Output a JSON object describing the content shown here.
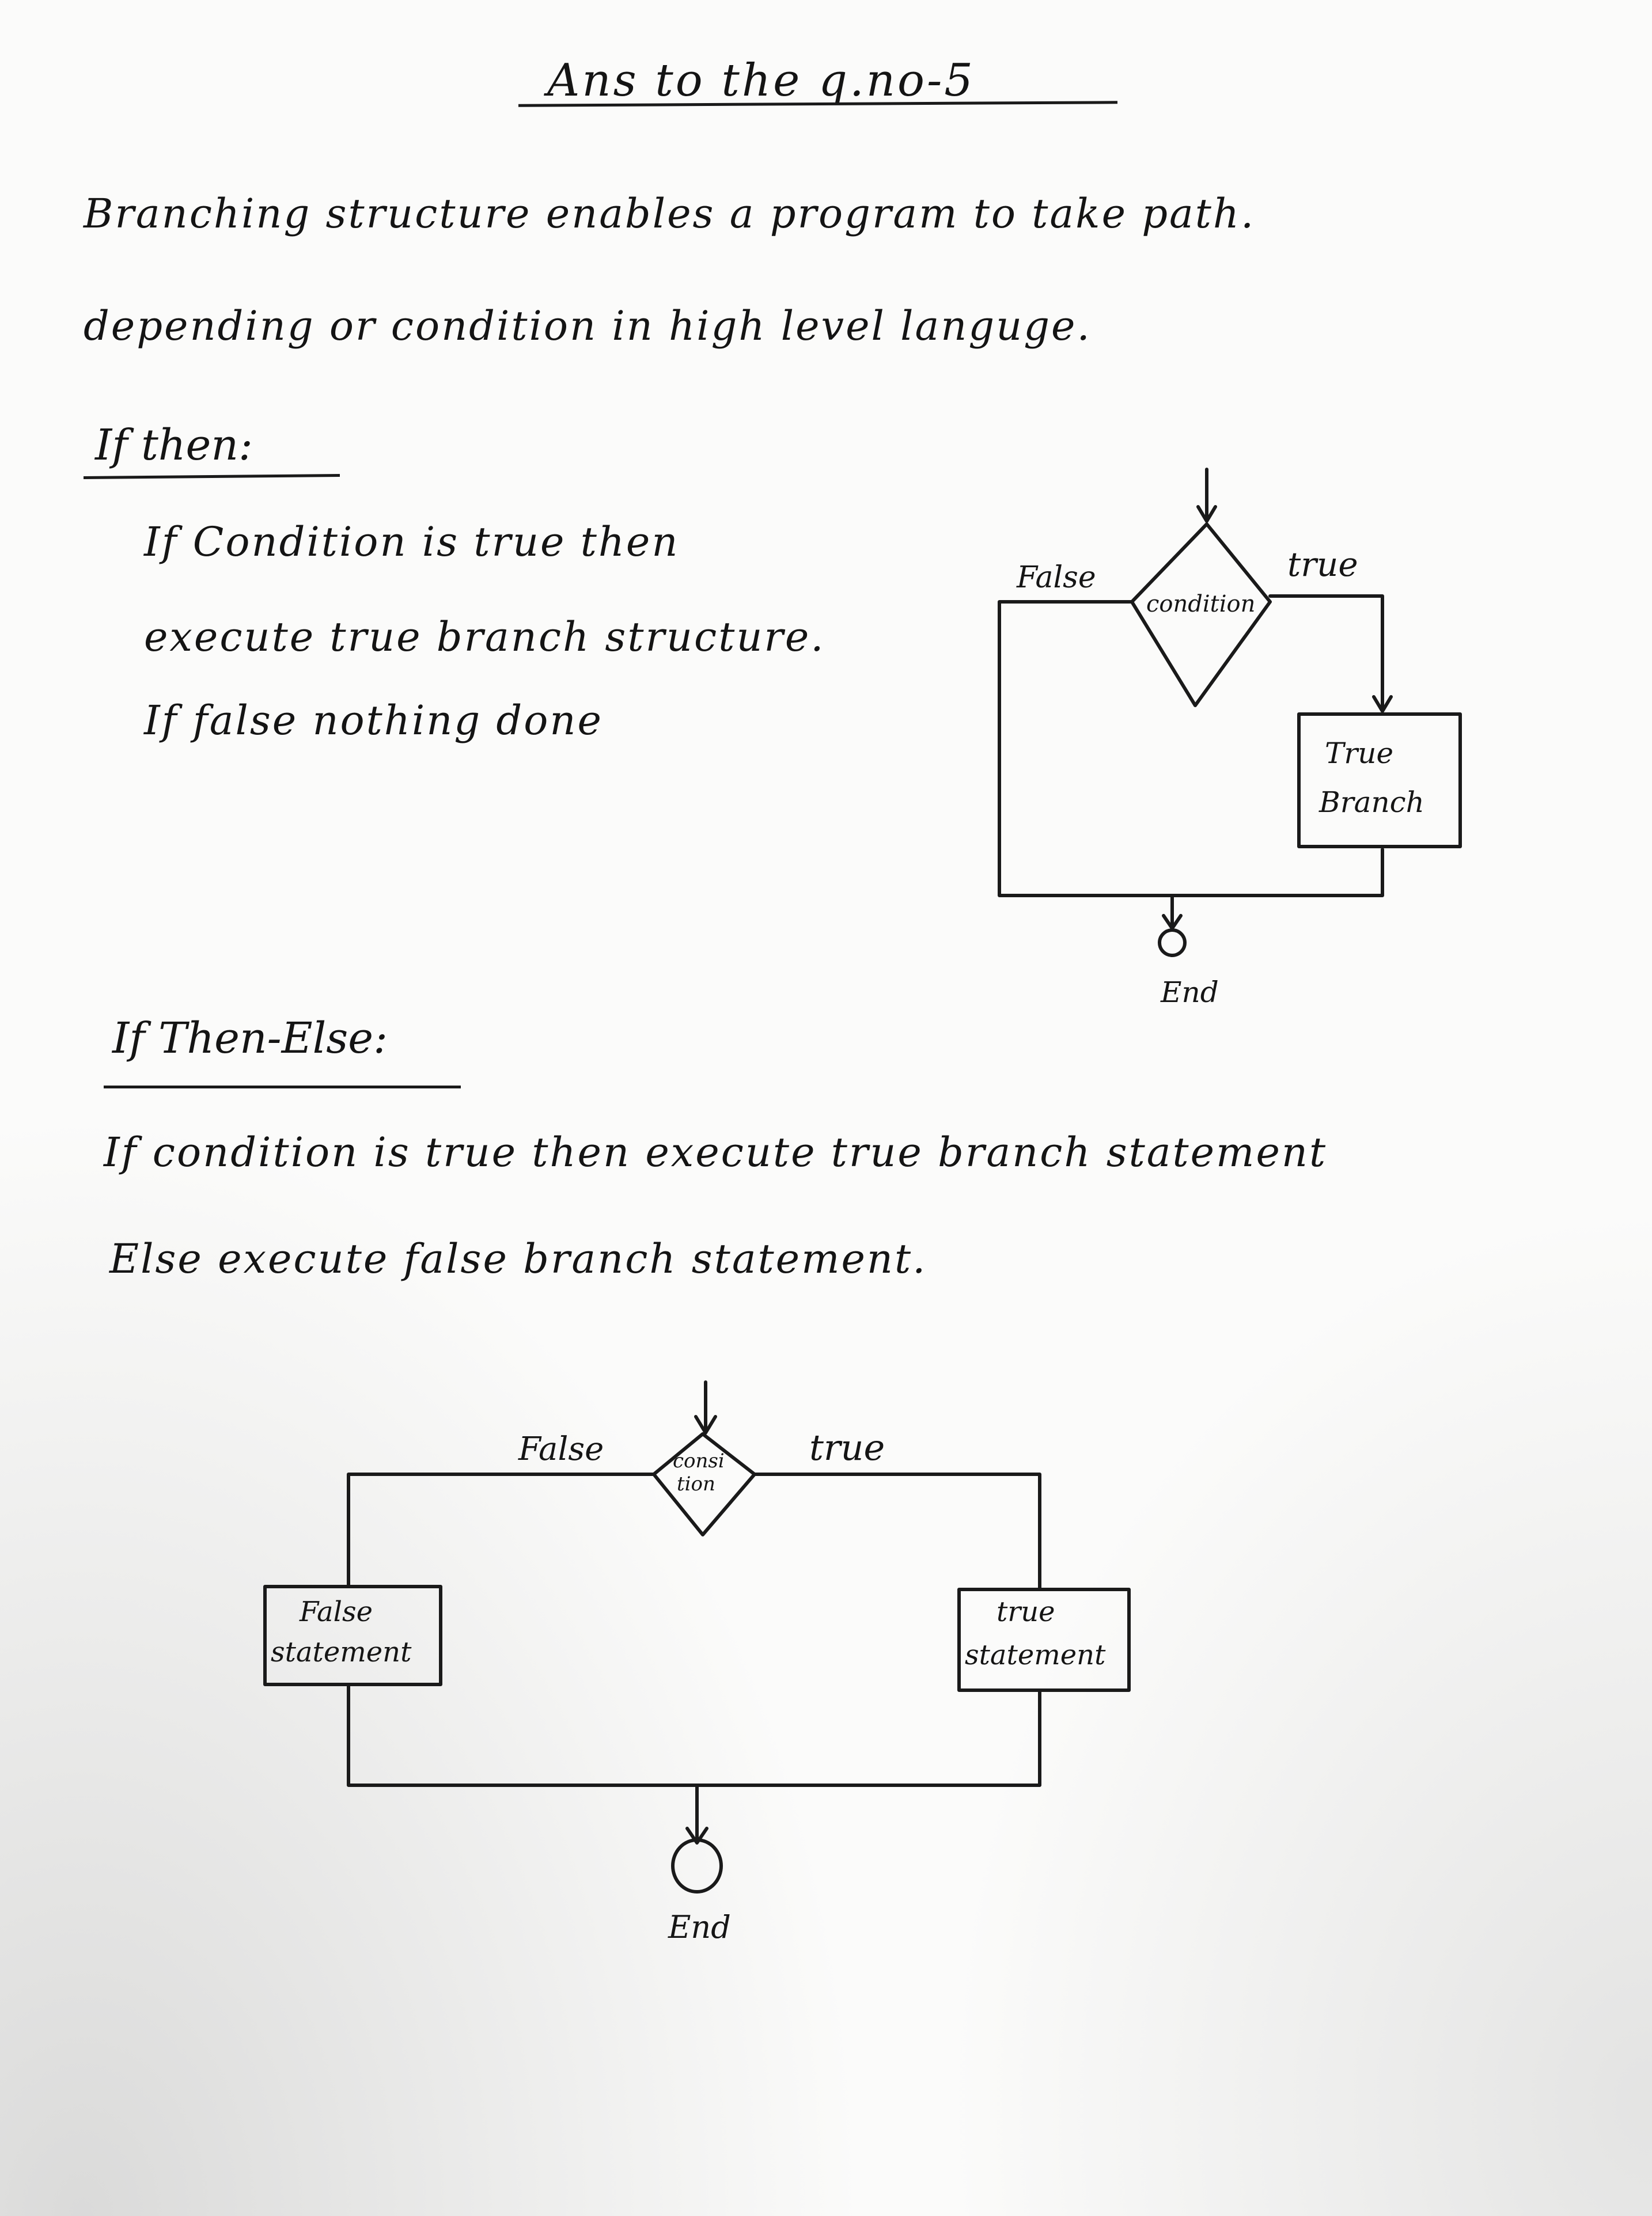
{
  "title": "Ans to the q.no-5",
  "intro": {
    "line1": "Branching structure enables a program to take path.",
    "line2": "depending or condition in high level languge."
  },
  "if_then": {
    "heading": "If then:",
    "lines": [
      "If  Condition is true then",
      "execute true branch structure.",
      "If false nothing done"
    ],
    "diagram": {
      "false_label": "False",
      "true_label": "true",
      "decision_label": "condition",
      "box_label_1": "True",
      "box_label_2": "Branch",
      "end_label": "End"
    }
  },
  "if_then_else": {
    "heading": "If Then-Else:",
    "lines": [
      "If condition is  true  then execute true branch statement",
      "Else execute  false branch statement."
    ],
    "diagram": {
      "false_label": "False",
      "true_label": "true",
      "decision_label_1": "consi",
      "decision_label_2": "tion",
      "false_box_1": "False",
      "false_box_2": "statement",
      "true_box_1": "true",
      "true_box_2": "statement",
      "end_label": "End"
    }
  }
}
